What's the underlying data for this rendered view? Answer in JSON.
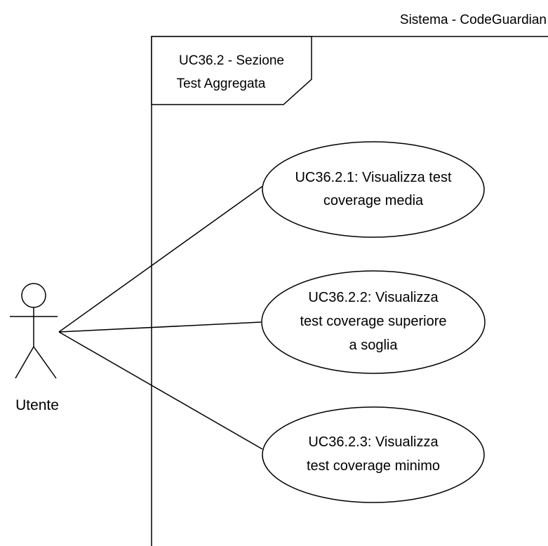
{
  "diagram": {
    "system_title": "Sistema - CodeGuardian",
    "frame_label": [
      "UC36.2 - Sezione",
      "Test Aggregata"
    ],
    "actor": {
      "name": "Utente"
    },
    "use_cases": [
      {
        "lines": [
          "UC36.2.1: Visualizza test",
          "coverage media"
        ]
      },
      {
        "lines": [
          "UC36.2.2: Visualizza",
          "test coverage superiore",
          "a soglia"
        ]
      },
      {
        "lines": [
          "UC36.2.3: Visualizza",
          "test coverage minimo"
        ]
      }
    ],
    "colors": {
      "stroke": "#000000",
      "background": "#ffffff",
      "text": "#000000"
    }
  }
}
